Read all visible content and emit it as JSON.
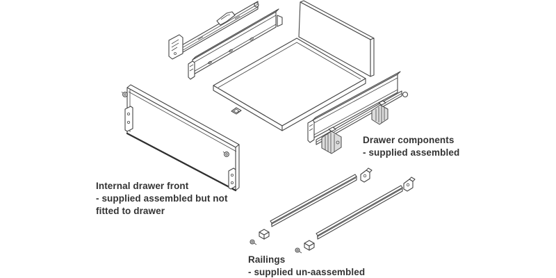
{
  "colors": {
    "background": "#ffffff",
    "line": "#454545",
    "text": "#333333",
    "lock_fill": "#dcdcdc"
  },
  "labels": {
    "drawer_components": {
      "lines": [
        "Drawer components",
        "- supplied assembled"
      ]
    },
    "internal_front": {
      "lines": [
        "Internal drawer front",
        "- supplied assembled but not",
        "fitted to drawer"
      ]
    },
    "railings": {
      "lines": [
        "Railings",
        "- supplied un-aassembled"
      ]
    }
  },
  "components": [
    "drawer-runner",
    "drawer-side-panel",
    "back-panel",
    "base-panel",
    "base-fixing-clip",
    "drawer-side-assembly",
    "runner-lock-front",
    "runner-lock-rear",
    "internal-drawer-front",
    "front-fixing-screw-left",
    "front-fixing-clip-left",
    "front-fixing-screw-right",
    "front-fixing-clip-right",
    "railing-left",
    "railing-right",
    "corner-bracket-left",
    "corner-bracket-right",
    "end-cap-left",
    "end-cap-right",
    "fixing-screw-left",
    "fixing-screw-right"
  ]
}
